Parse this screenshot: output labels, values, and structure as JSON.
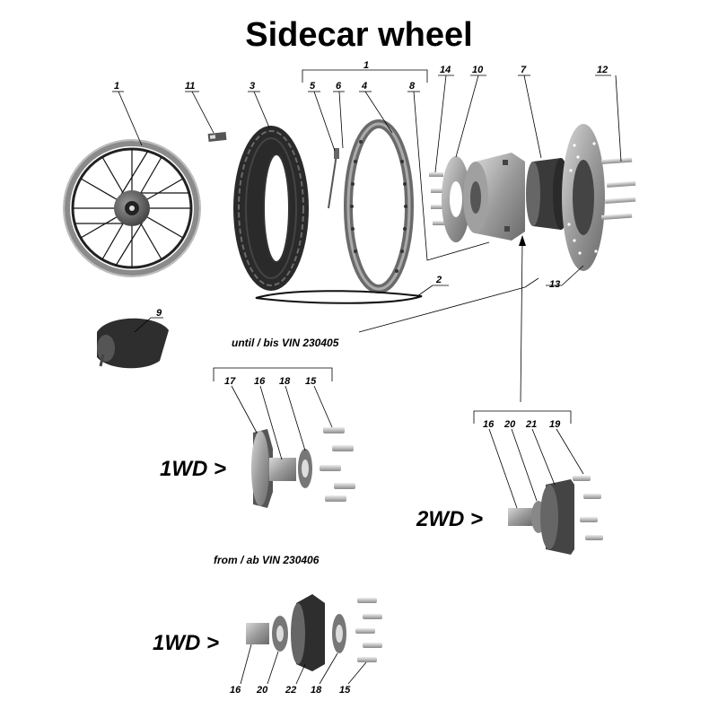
{
  "title": "Sidecar wheel",
  "labels": {
    "p1_wheel": "1",
    "p11": "11",
    "p3": "3",
    "p1_group": "1",
    "p5": "5",
    "p6": "6",
    "p4": "4",
    "p8": "8",
    "p14": "14",
    "p10": "10",
    "p7": "7",
    "p12": "12",
    "p2": "2",
    "p13": "13",
    "p9": "9",
    "a17": "17",
    "a16": "16",
    "a18": "18",
    "a15": "15",
    "b16": "16",
    "b20": "20",
    "b21": "21",
    "b19": "19",
    "c16": "16",
    "c20": "20",
    "c22": "22",
    "c18": "18",
    "c15": "15"
  },
  "notes": {
    "until": "until / bis VIN 230405",
    "from": "from / ab VIN 230406"
  },
  "variants": {
    "onewd_top": "1WD >",
    "twowd": "2WD >",
    "onewd_bottom": "1WD >"
  }
}
